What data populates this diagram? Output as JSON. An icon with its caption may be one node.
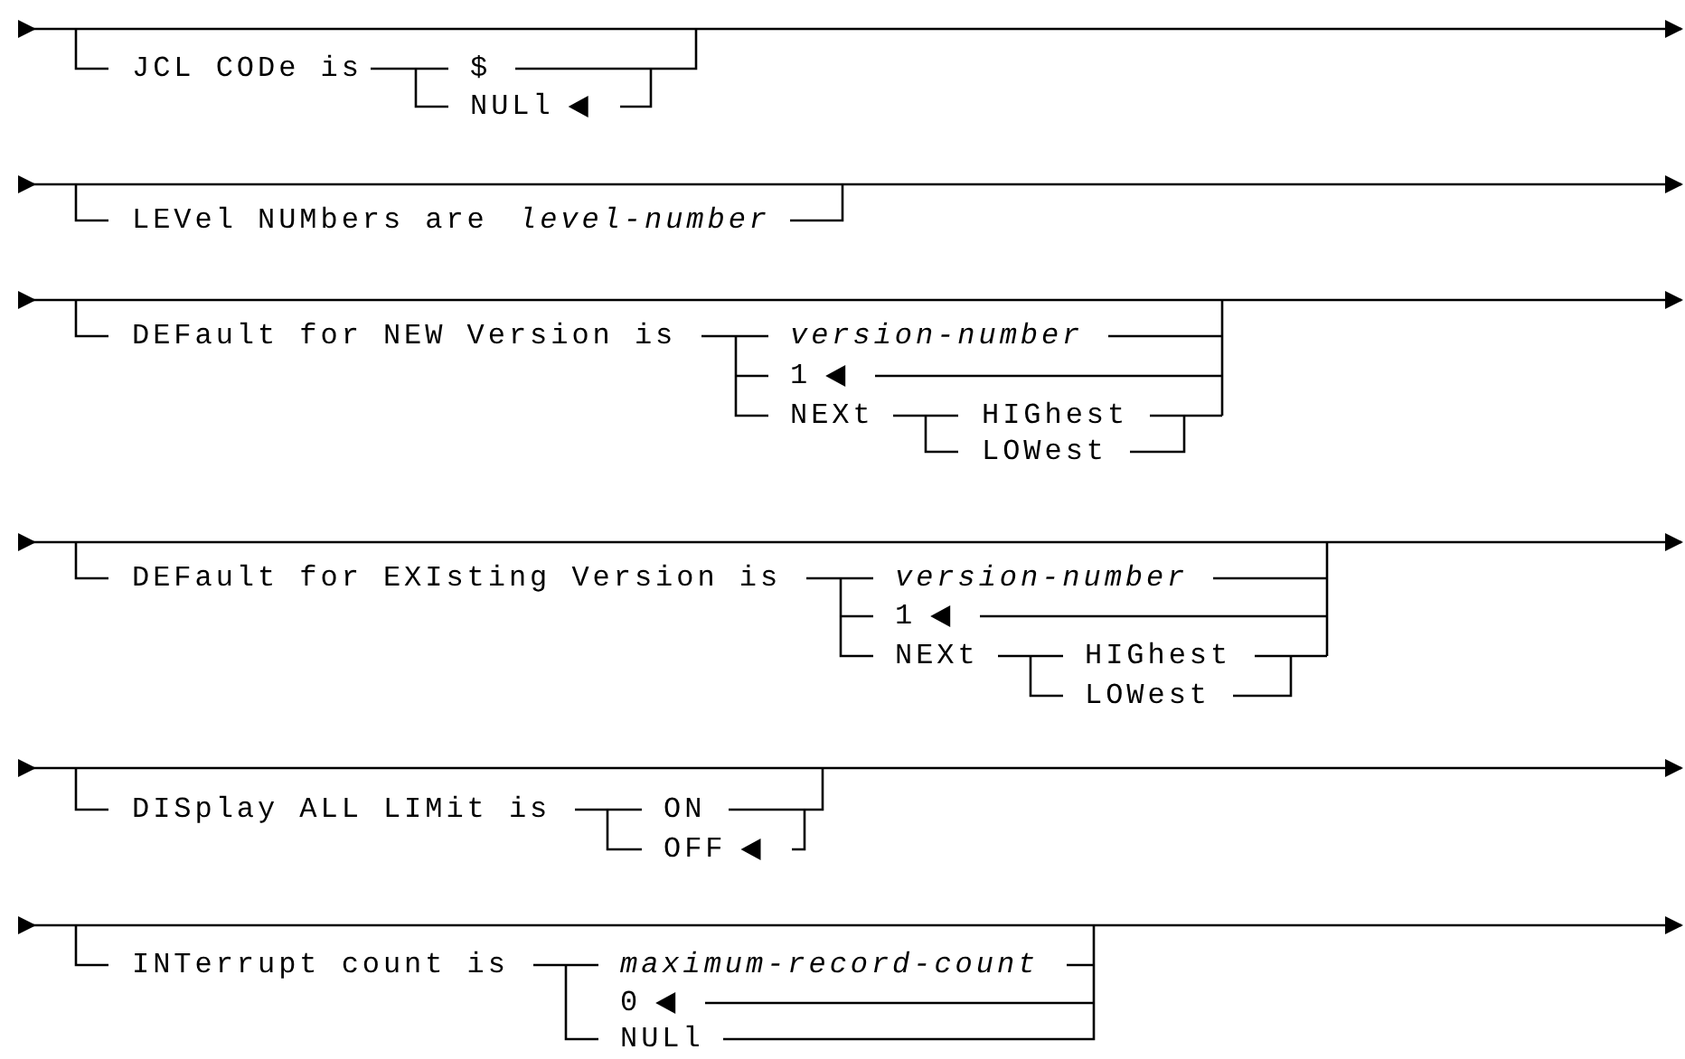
{
  "diagram": {
    "labels": [
      "JCL CODe is",
      "$",
      "NULl",
      "LEVel NUMbers are",
      "level-number",
      "DEFault for NEW Version is",
      "version-number",
      "1",
      "NEXt",
      "HIGhest",
      "LOWest",
      "DEFault for EXIsting Version is",
      "version-number",
      "1",
      "NEXt",
      "HIGhest",
      "LOWest",
      "DISplay ALL LIMit is",
      "ON",
      "OFF",
      "INTerrupt count is",
      "maximum-record-count",
      "0",
      "NULl"
    ]
  }
}
